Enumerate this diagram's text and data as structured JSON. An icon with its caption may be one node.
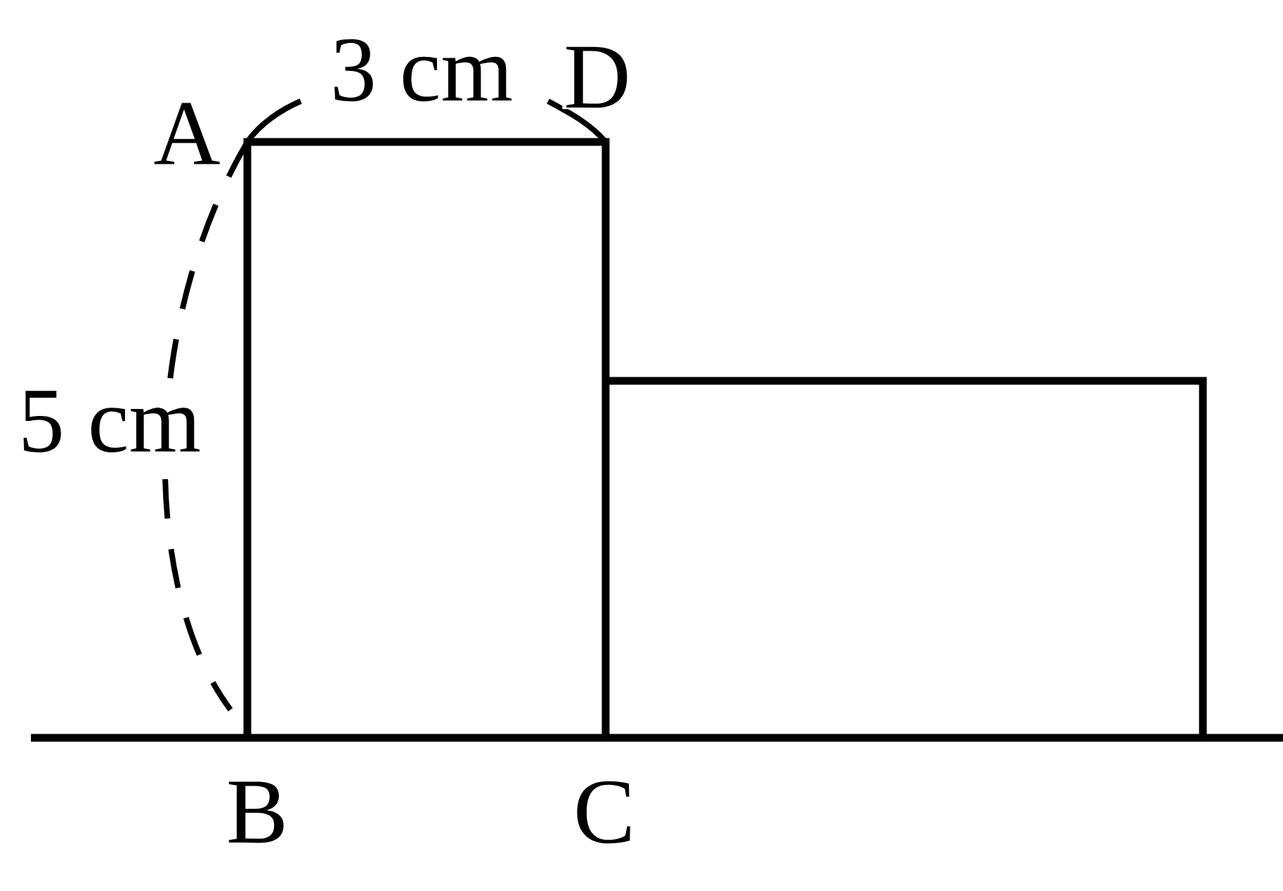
{
  "diagram": {
    "labels": [
      "A",
      "3 cm",
      "D",
      "5 cm",
      "B",
      "C"
    ]
  }
}
